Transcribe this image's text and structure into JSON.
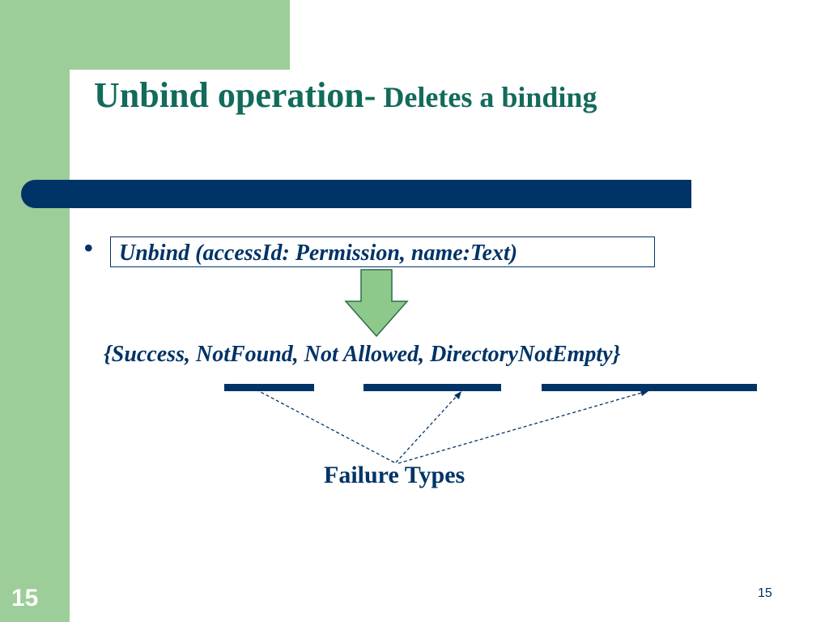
{
  "slide": {
    "title_main": "Unbind operation-",
    "title_sub": " Deletes a binding",
    "bullet_symbol": "•",
    "operation_signature": "Unbind (accessId: Permission, name:Text)",
    "result_set": "{Success, NotFound, Not Allowed, DirectoryNotEmpty}",
    "annotation_label": "Failure Types",
    "slide_number": "15",
    "footer_page_number": "15"
  },
  "colors": {
    "accent_green": "#9dcd98",
    "title_teal": "#126b5b",
    "navy": "#003366",
    "arrow_fill": "#8dc98a",
    "arrow_stroke": "#2e6b4e"
  },
  "icons": {
    "down_arrow": "down-arrow-icon"
  }
}
